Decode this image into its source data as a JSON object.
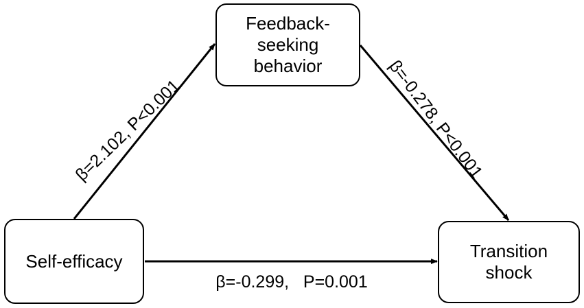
{
  "nodes": {
    "feedback": {
      "line1": "Feedback-",
      "line2": "seeking",
      "line3": "behavior"
    },
    "self_efficacy": {
      "label": "Self-efficacy"
    },
    "transition": {
      "line1": "Transition",
      "line2": "shock"
    }
  },
  "paths": {
    "a": {
      "from": "Self-efficacy",
      "to": "Feedback-seeking behavior",
      "label": "β=2.102, P<0.001"
    },
    "b": {
      "from": "Feedback-seeking behavior",
      "to": "Transition shock",
      "label": "β=-0.278, P<0.001"
    },
    "c": {
      "from": "Self-efficacy",
      "to": "Transition shock",
      "label": "β=-0.299,   P=0.001"
    }
  },
  "colors": {
    "stroke": "#000000",
    "background": "#ffffff"
  }
}
